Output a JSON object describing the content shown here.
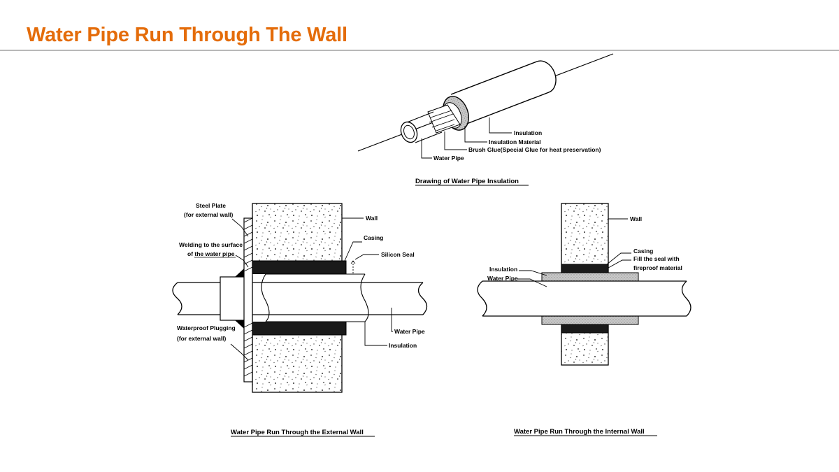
{
  "page": {
    "title": "Water Pipe Run Through The Wall",
    "accent_color": "#e46c0a"
  },
  "insulation_drawing": {
    "labels": {
      "insulation": "Insulation",
      "insulation_material": "Insulation Material",
      "brush_glue": "Brush Glue(Special Glue for heat preservation)",
      "water_pipe": "Water Pipe"
    },
    "caption": "Drawing of Water Pipe Insulation"
  },
  "external_wall": {
    "labels": {
      "steel_plate_1": "Steel Plate",
      "steel_plate_2": "(for external wall)",
      "welding_1": "Welding to the surface",
      "welding_2": "of the water pipe",
      "waterproof_1": "Waterproof Plugging",
      "waterproof_2": "(for external wall)",
      "wall": "Wall",
      "casing": "Casing",
      "silicon_seal": "Silicon Seal",
      "water_pipe": "Water Pipe",
      "insulation": "Insulation"
    },
    "caption": "Water Pipe Run Through the External Wall"
  },
  "internal_wall": {
    "labels": {
      "wall": "Wall",
      "casing": "Casing",
      "fill_seal_1": "Fill the seal with",
      "fill_seal_2": "fireproof material",
      "insulation": "Insulation",
      "water_pipe": "Water Pipe"
    },
    "caption": "Water Pipe Run Through the Internal Wall"
  }
}
